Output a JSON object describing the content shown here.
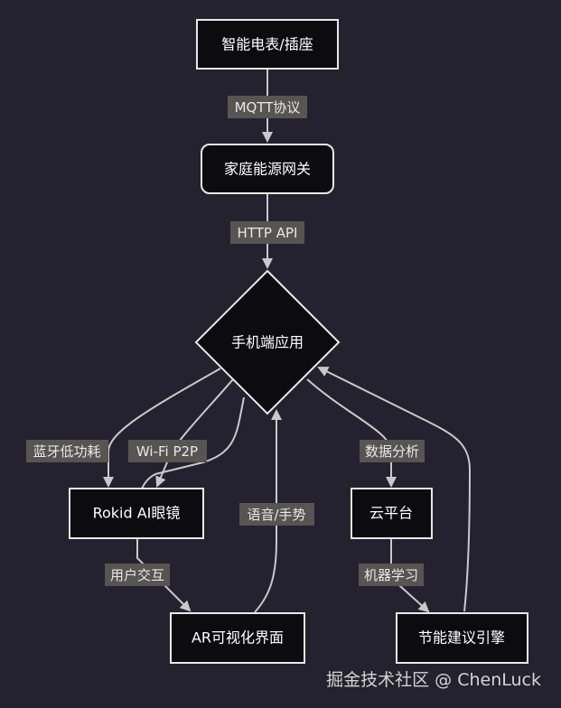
{
  "nodes": {
    "smart_meter": "智能电表/插座",
    "gateway": "家庭能源网关",
    "mobile_app": "手机端应用",
    "glasses": "Rokid AI眼镜",
    "cloud": "云平台",
    "ar_ui": "AR可视化界面",
    "engine": "节能建议引擎"
  },
  "edges": {
    "mqtt": "MQTT协议",
    "http": "HTTP API",
    "bluetooth": "蓝牙低功耗",
    "wifi": "Wi-Fi P2P",
    "analysis": "数据分析",
    "interaction": "用户交互",
    "voice": "语音/手势",
    "ml": "机器学习"
  },
  "watermark": "掘金技术社区 @ ChenLuck"
}
